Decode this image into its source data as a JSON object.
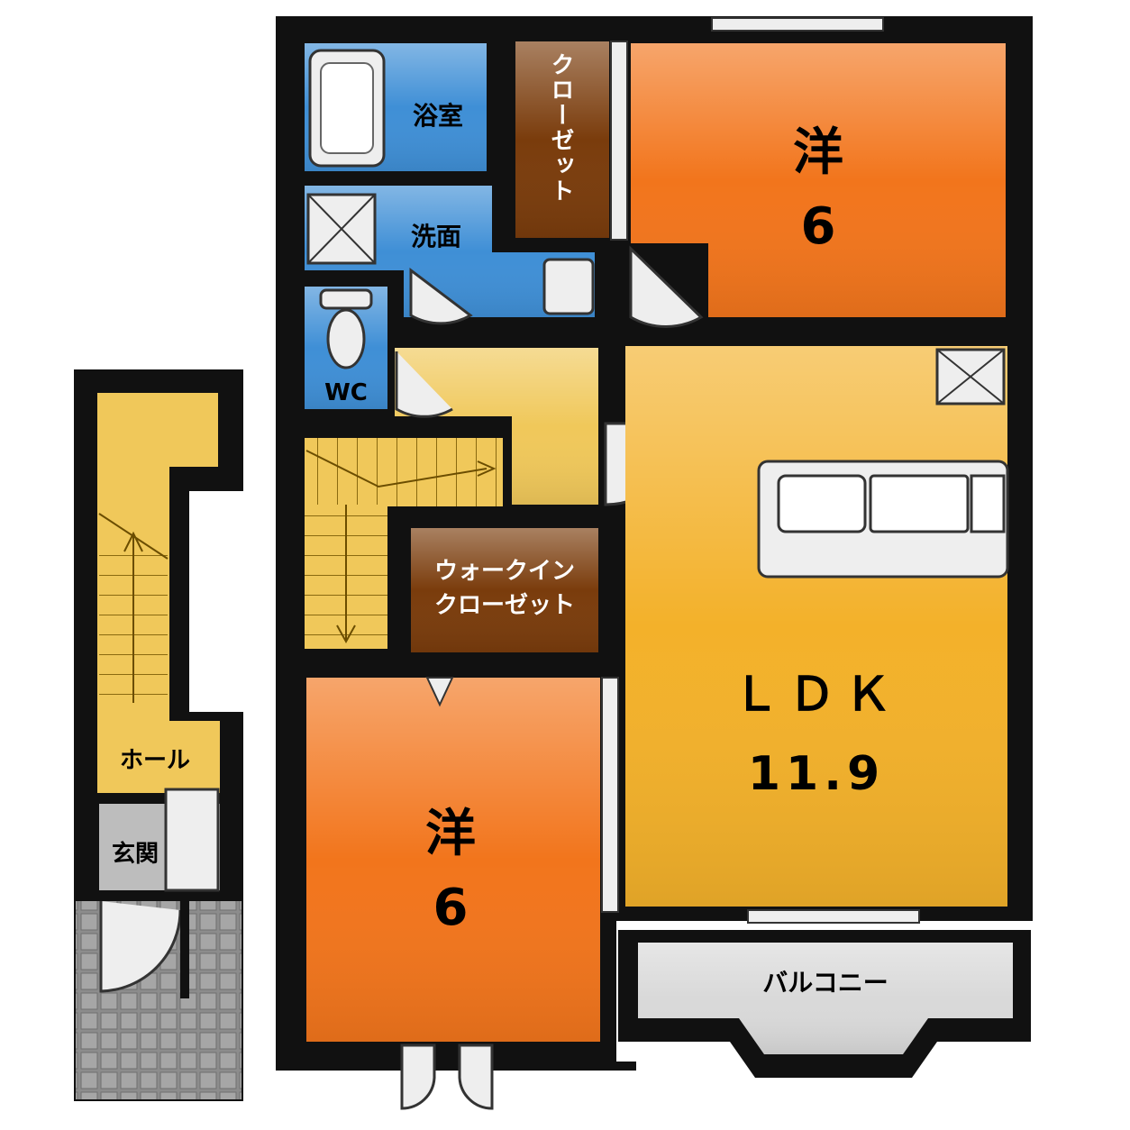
{
  "rooms": {
    "bath": "浴室",
    "closet_top": "クローゼット",
    "western_top_name": "洋",
    "western_top_size": "6",
    "washroom": "洗面",
    "wc": "WC",
    "walkin_line1": "ウォークイン",
    "walkin_line2": "クローゼット",
    "ldk_name": "ＬＤＫ",
    "ldk_size": "11.9",
    "western_bottom_name": "洋",
    "western_bottom_size": "6",
    "hall": "ホール",
    "entrance": "玄関",
    "balcony": "バルコニー"
  },
  "colors": {
    "wall": "#111111",
    "western": "#f2751c",
    "ldk": "#f3b12a",
    "corridor": "#f0c85a",
    "water": "#3f8fd6",
    "closet": "#7a3c0c",
    "fixture": "#eeeeee",
    "balcony": "#d9d9d9",
    "entrance": "#bdbdbd",
    "porch": "#8c8c8c"
  }
}
